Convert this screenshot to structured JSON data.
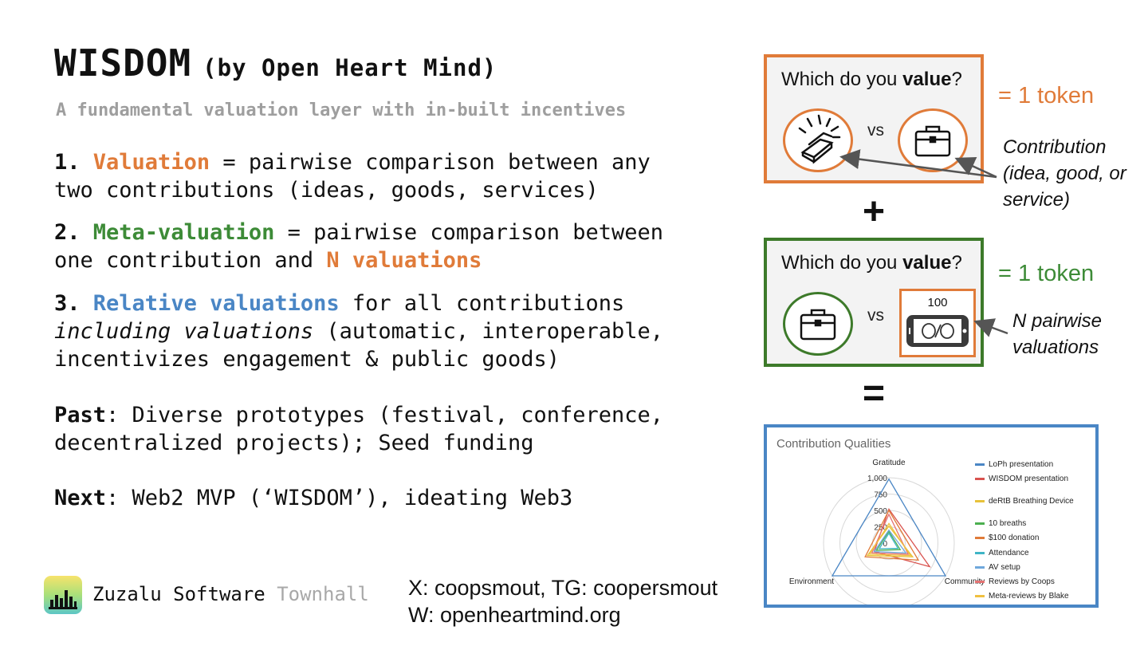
{
  "title": {
    "main": "WISDOM",
    "by": "(by Open Heart Mind)"
  },
  "subtitle": "A fundamental valuation layer with in-built incentives",
  "points": {
    "p1": {
      "num": "1.",
      "term": "Valuation",
      "rest1": " = pairwise comparison between any",
      "rest2": "two contributions (ideas, goods, services)"
    },
    "p2": {
      "num": "2.",
      "term": "Meta-valuation",
      "rest1": " = pairwise comparison between",
      "line2a": "one contribution and ",
      "line2b": "N valuations"
    },
    "p3": {
      "num": "3.",
      "term": "Relative valuations",
      "rest1": " for all contributions",
      "line2a": "including valuations",
      "line2b": " (automatic, interoperable,",
      "line3": "incentivizes engagement & public goods)"
    },
    "past": {
      "label": "Past",
      "rest1": ": Diverse prototypes (festival, conference,",
      "rest2": "decentralized projects); Seed funding"
    },
    "next": {
      "label": "Next",
      "rest": ": Web2 MVP (‘WISDOM’), ideating Web3"
    }
  },
  "footer": {
    "brand": "Zuzalu Software",
    "suffix": "Townhall"
  },
  "contact": {
    "line1": "X: coopsmout, TG: coopersmout",
    "line2": "W: openheartmind.org"
  },
  "diagram": {
    "box1": {
      "question_pre": "Which do you ",
      "question_bold": "value",
      "question_post": "?",
      "vs": "vs"
    },
    "box2": {
      "question_pre": "Which do you ",
      "question_bold": "value",
      "question_post": "?",
      "vs": "vs",
      "phone_count": "100"
    },
    "token1": "=  1 token",
    "token2": "=  1 token",
    "plus": "+",
    "equals": "=",
    "note1": [
      "Contribution",
      "(idea, good, or",
      "service)"
    ],
    "note2": [
      "N pairwise",
      "valuations"
    ],
    "colors": {
      "orange": "#e07b39",
      "green": "#3d7a2a",
      "blue": "#4a86c5"
    }
  },
  "chart_data": {
    "type": "radar",
    "title": "Contribution Qualities",
    "axes": [
      "Gratitude",
      "Community",
      "Environment"
    ],
    "ticks": [
      "1,000",
      "750",
      "500",
      "250",
      "0"
    ],
    "range": [
      0,
      1000
    ],
    "series": [
      {
        "name": "LoPh presentation",
        "color": "#4a86c5",
        "values": [
          980,
          1000,
          1000
        ]
      },
      {
        "name": "WISDOM presentation",
        "color": "#d9534f",
        "values": [
          520,
          720,
          260
        ]
      },
      {
        "name": "deRtB Breathing Device",
        "color": "#e8c23a",
        "values": [
          260,
          420,
          380
        ]
      },
      {
        "name": "10 breaths",
        "color": "#4caf50",
        "values": [
          180,
          200,
          220
        ]
      },
      {
        "name": "$100 donation",
        "color": "#e07b39",
        "values": [
          500,
          520,
          420
        ]
      },
      {
        "name": "Attendance",
        "color": "#3fb5c6",
        "values": [
          150,
          160,
          170
        ]
      },
      {
        "name": "AV setup",
        "color": "#6fa8dc",
        "values": [
          200,
          300,
          260
        ]
      },
      {
        "name": "Reviews by Coops",
        "color": "#e57373",
        "values": [
          440,
          340,
          300
        ]
      },
      {
        "name": "Meta-reviews by Blake",
        "color": "#f0c040",
        "values": [
          300,
          380,
          340
        ]
      }
    ]
  }
}
